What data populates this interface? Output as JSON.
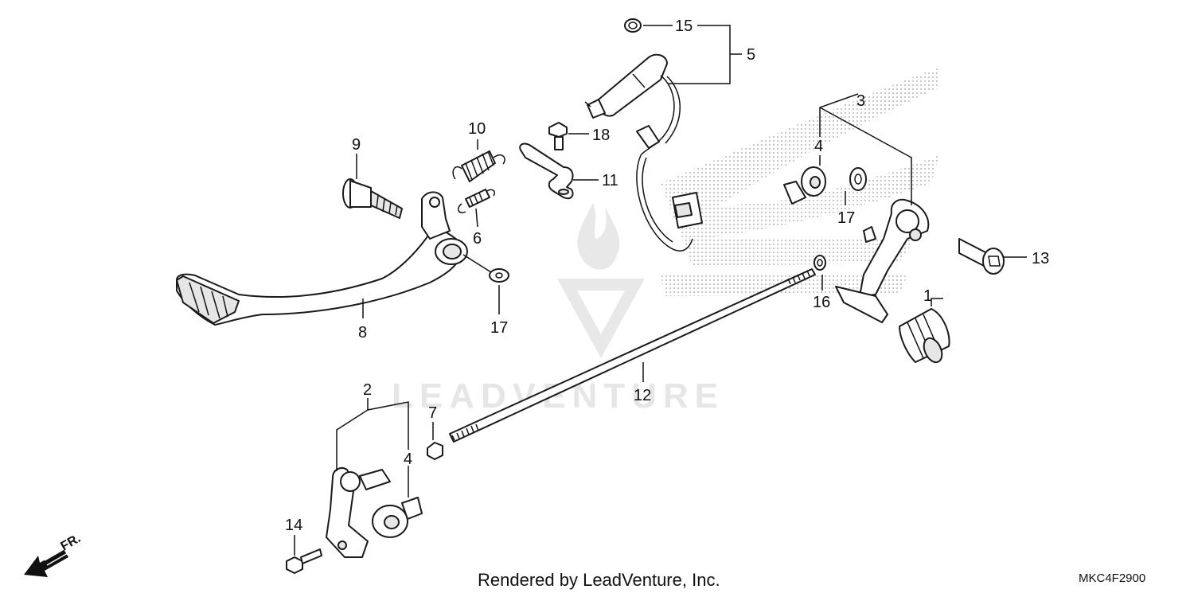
{
  "diagram": {
    "callouts": [
      "1",
      "2",
      "3",
      "4",
      "4",
      "5",
      "6",
      "7",
      "8",
      "9",
      "10",
      "11",
      "12",
      "13",
      "14",
      "15",
      "16",
      "17",
      "17",
      "18"
    ],
    "watermark": "LEADVENTURE",
    "direction_label": "FR.",
    "credit": "Rendered by LeadVenture, Inc.",
    "diagram_code": "MKC4F2900"
  },
  "colors": {
    "line": "#1a1a1a",
    "watermark": "#e4e4e4",
    "halftone": "#b5b5b5"
  }
}
